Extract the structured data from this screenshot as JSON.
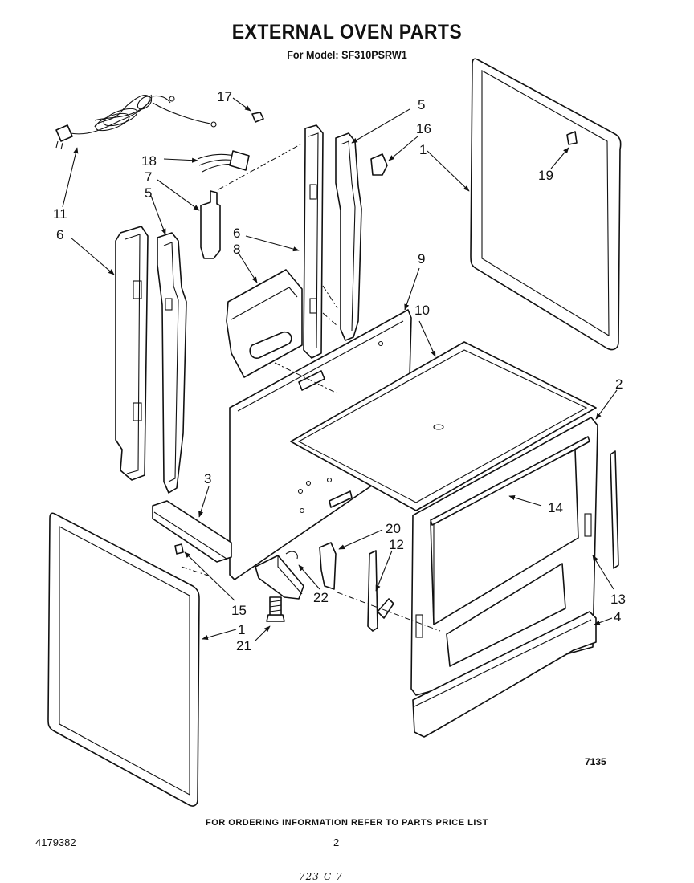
{
  "header": {
    "title": "EXTERNAL OVEN PARTS",
    "subtitle": "For Model: SF310PSRW1"
  },
  "figure_code": "7135",
  "footer": {
    "ordering_note": "FOR ORDERING INFORMATION REFER TO PARTS PRICE LIST",
    "document_number": "4179382",
    "page_number": "2",
    "handwritten_note": "723-C-7"
  },
  "callouts": [
    "17",
    "5",
    "16",
    "1",
    "19",
    "18",
    "7",
    "5",
    "11",
    "6",
    "6",
    "8",
    "9",
    "10",
    "2",
    "3",
    "14",
    "20",
    "12",
    "15",
    "22",
    "13",
    "1",
    "4",
    "21"
  ]
}
